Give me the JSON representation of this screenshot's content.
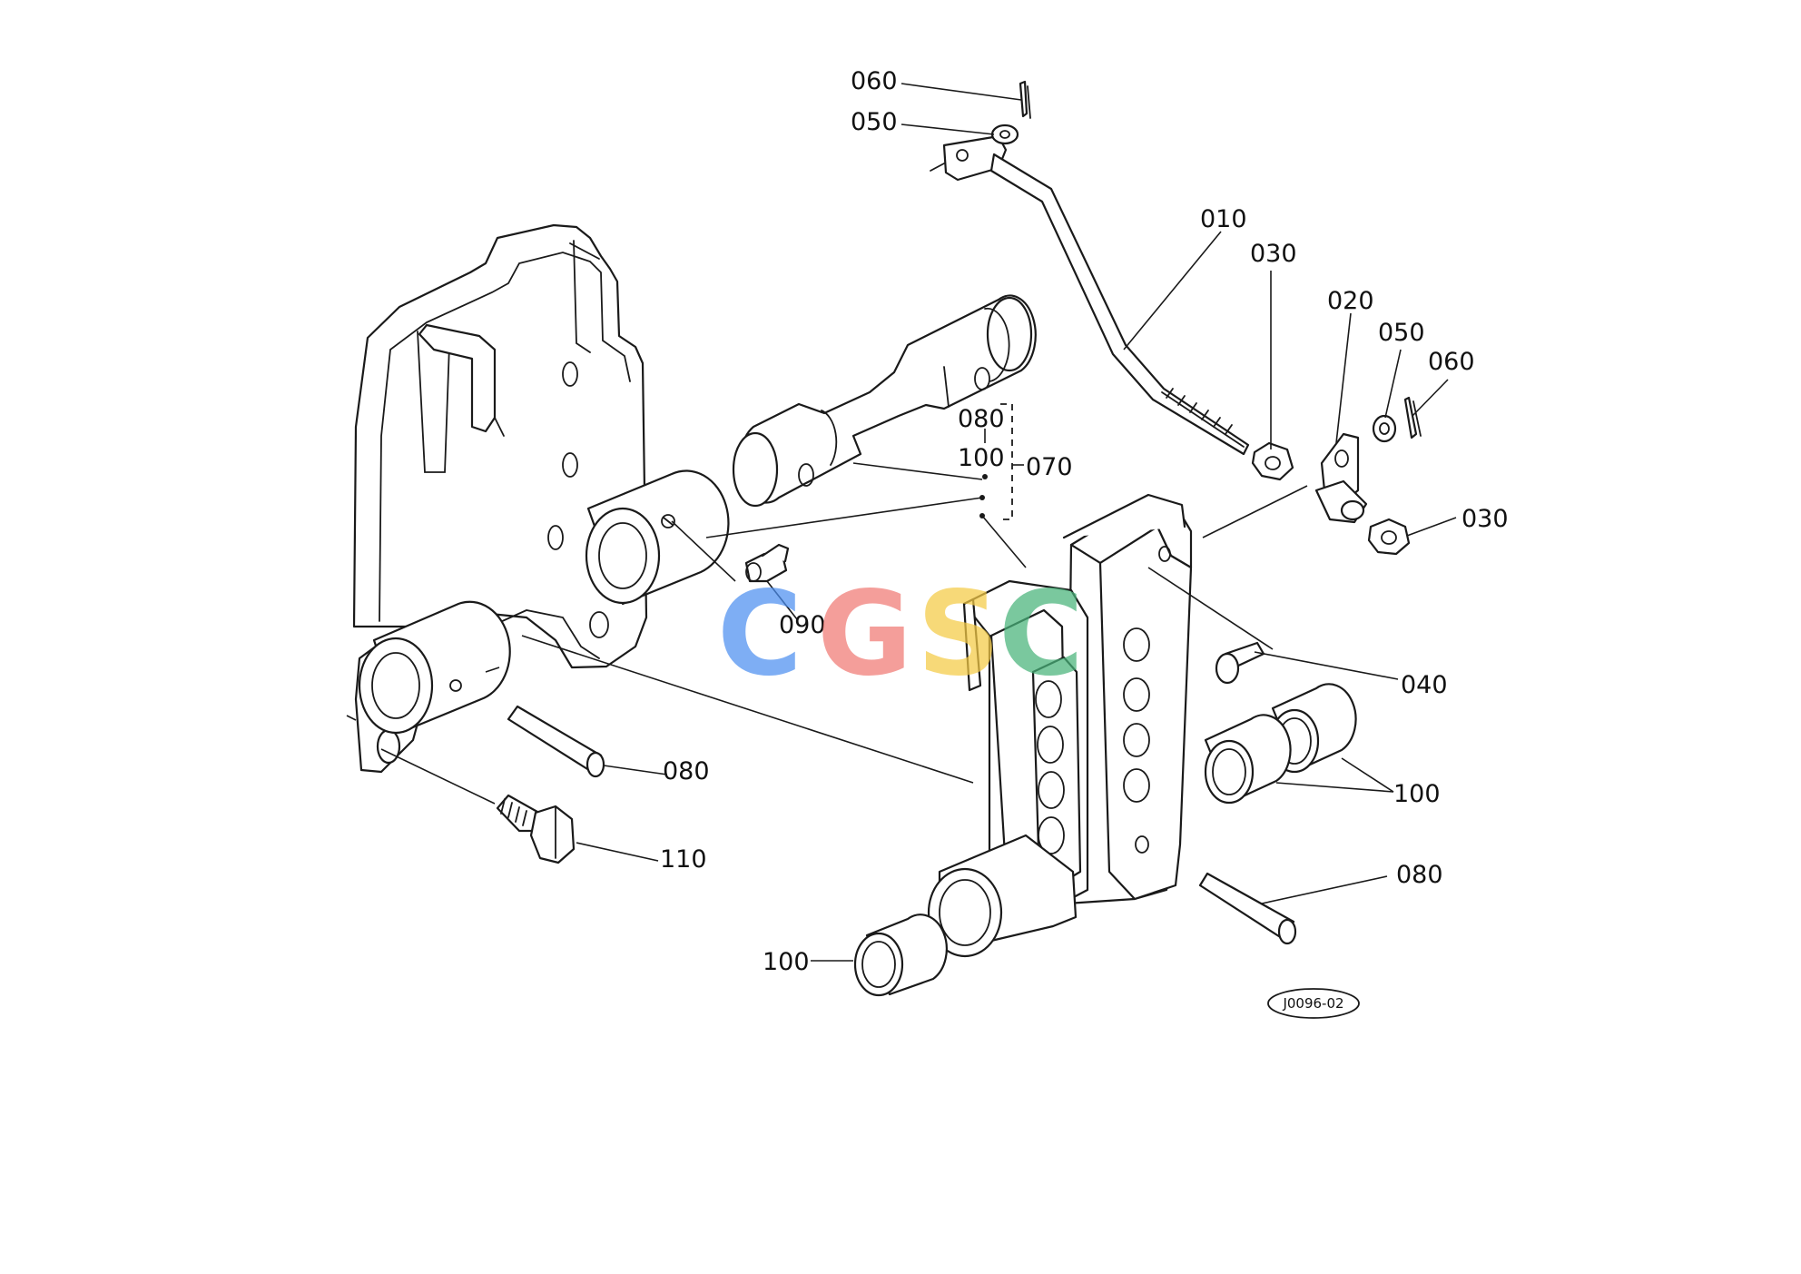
{
  "callouts": {
    "c060a": "060",
    "c050a": "050",
    "c010": "010",
    "c030a": "030",
    "c020": "020",
    "c050b": "050",
    "c060b": "060",
    "c080a": "080",
    "c100a": "100",
    "c070": "070",
    "c030b": "030",
    "c090": "090",
    "c040": "040",
    "c080b": "080",
    "c100b": "100",
    "c110": "110",
    "c080c": "080",
    "c100c": "100"
  },
  "drawing_ref": "J0096-02",
  "watermark": {
    "letters": [
      "C",
      "G",
      "S",
      "C"
    ],
    "colors": [
      "#4d8ff0",
      "#f07a74",
      "#f5cb45",
      "#48b37a"
    ]
  }
}
